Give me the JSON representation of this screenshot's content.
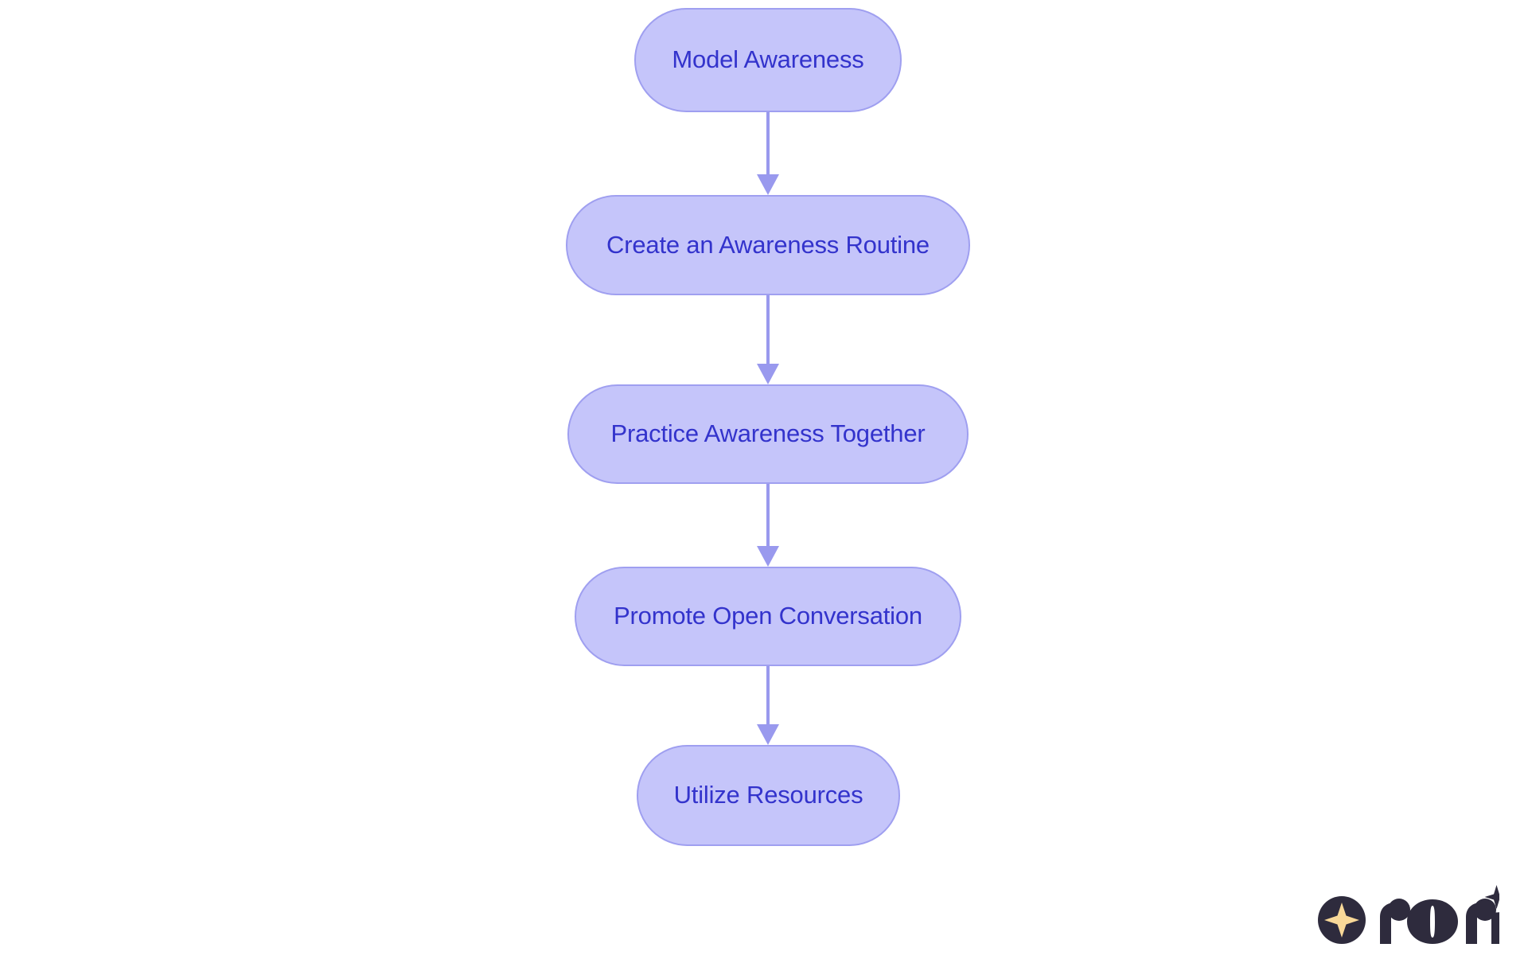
{
  "diagram": {
    "type": "flowchart",
    "orientation": "vertical",
    "background_color": "#ffffff",
    "node_fill": "#c5c5fa",
    "node_border": "#9f9ff0",
    "node_text_color": "#3333cc",
    "edge_color": "#9999ee",
    "nodes": [
      {
        "id": "n1",
        "label": "Model Awareness"
      },
      {
        "id": "n2",
        "label": "Create an Awareness Routine"
      },
      {
        "id": "n3",
        "label": "Practice Awareness Together"
      },
      {
        "id": "n4",
        "label": "Promote Open Conversation"
      },
      {
        "id": "n5",
        "label": "Utilize Resources"
      }
    ],
    "edges": [
      {
        "from": "n1",
        "to": "n2",
        "arrow": "down"
      },
      {
        "from": "n2",
        "to": "n3",
        "arrow": "down"
      },
      {
        "from": "n3",
        "to": "n4",
        "arrow": "down"
      },
      {
        "from": "n4",
        "to": "n5",
        "arrow": "down"
      }
    ]
  },
  "logo": {
    "wordmark": "rori",
    "mark_color": "#2e2b3d",
    "star_color": "#f8d898"
  }
}
